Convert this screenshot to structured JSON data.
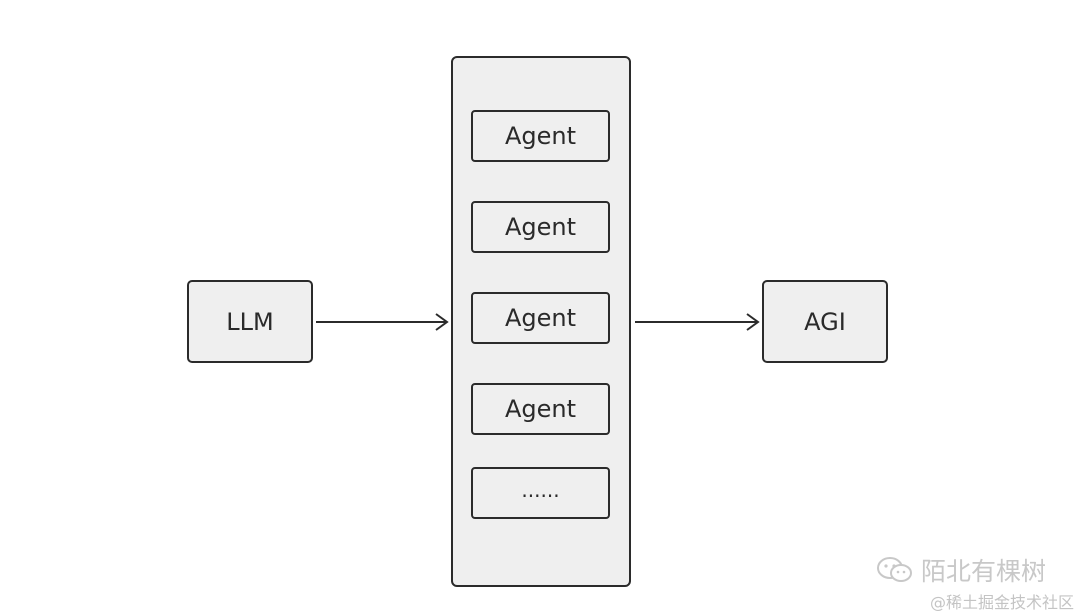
{
  "diagram": {
    "llm_label": "LLM",
    "agi_label": "AGI",
    "agents": [
      "Agent",
      "Agent",
      "Agent",
      "Agent",
      "......"
    ]
  },
  "watermark": {
    "icon": "wechat-icon",
    "title": "陌北有棵树",
    "subtitle": "@稀土掘金技术社区"
  },
  "colors": {
    "box_fill": "#efefef",
    "stroke": "#2b2b2b",
    "watermark_text": "#c8c8c8"
  }
}
